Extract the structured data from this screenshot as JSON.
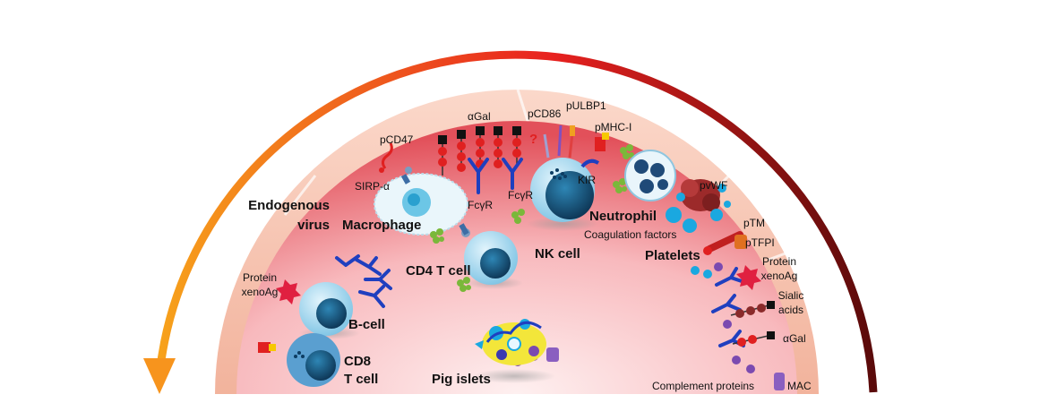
{
  "labels": {
    "alpha_gal_top": "αGal",
    "pcd47": "pCD47",
    "pcd86": "pCD86",
    "pulbp1": "pULBP1",
    "pmhc1": "pMHC-I",
    "sirp_alpha": "SIRP-α",
    "fcgr_1": "FcγR",
    "fcgr_2": "FcγR",
    "kir": "KIR",
    "pvwf": "pvWF",
    "ptm": "pTM",
    "ptfpi": "pTFPI",
    "endogenous_virus": "Endogenous\nvirus",
    "macrophage": "Macrophage",
    "nk_cell": "NK cell",
    "neutrophil": "Neutrophil",
    "coagulation_factors": "Coagulation factors",
    "platelets": "Platelets",
    "cd4_t_cell": "CD4 T cell",
    "protein_xenoag_left": "Protein\nxenoAg",
    "protein_xenoag_right": "Protein\nxenoAg",
    "b_cell": "B-cell",
    "cd8_t_cell": "CD8\nT cell",
    "sialic_acids": "Sialic\nacids",
    "alpha_gal_right": "αGal",
    "pig_islets": "Pig islets",
    "complement_proteins": "Complement proteins",
    "mac": "MAC",
    "question_mark": "?"
  },
  "colors": {
    "arrow_start": "#f7a21b",
    "arrow_mid": "#e8211f",
    "arrow_end": "#5a0a0a",
    "outer_band": "#f6c3b0",
    "inner_center": "#fde4e4",
    "inner_edge": "#e4505a"
  }
}
